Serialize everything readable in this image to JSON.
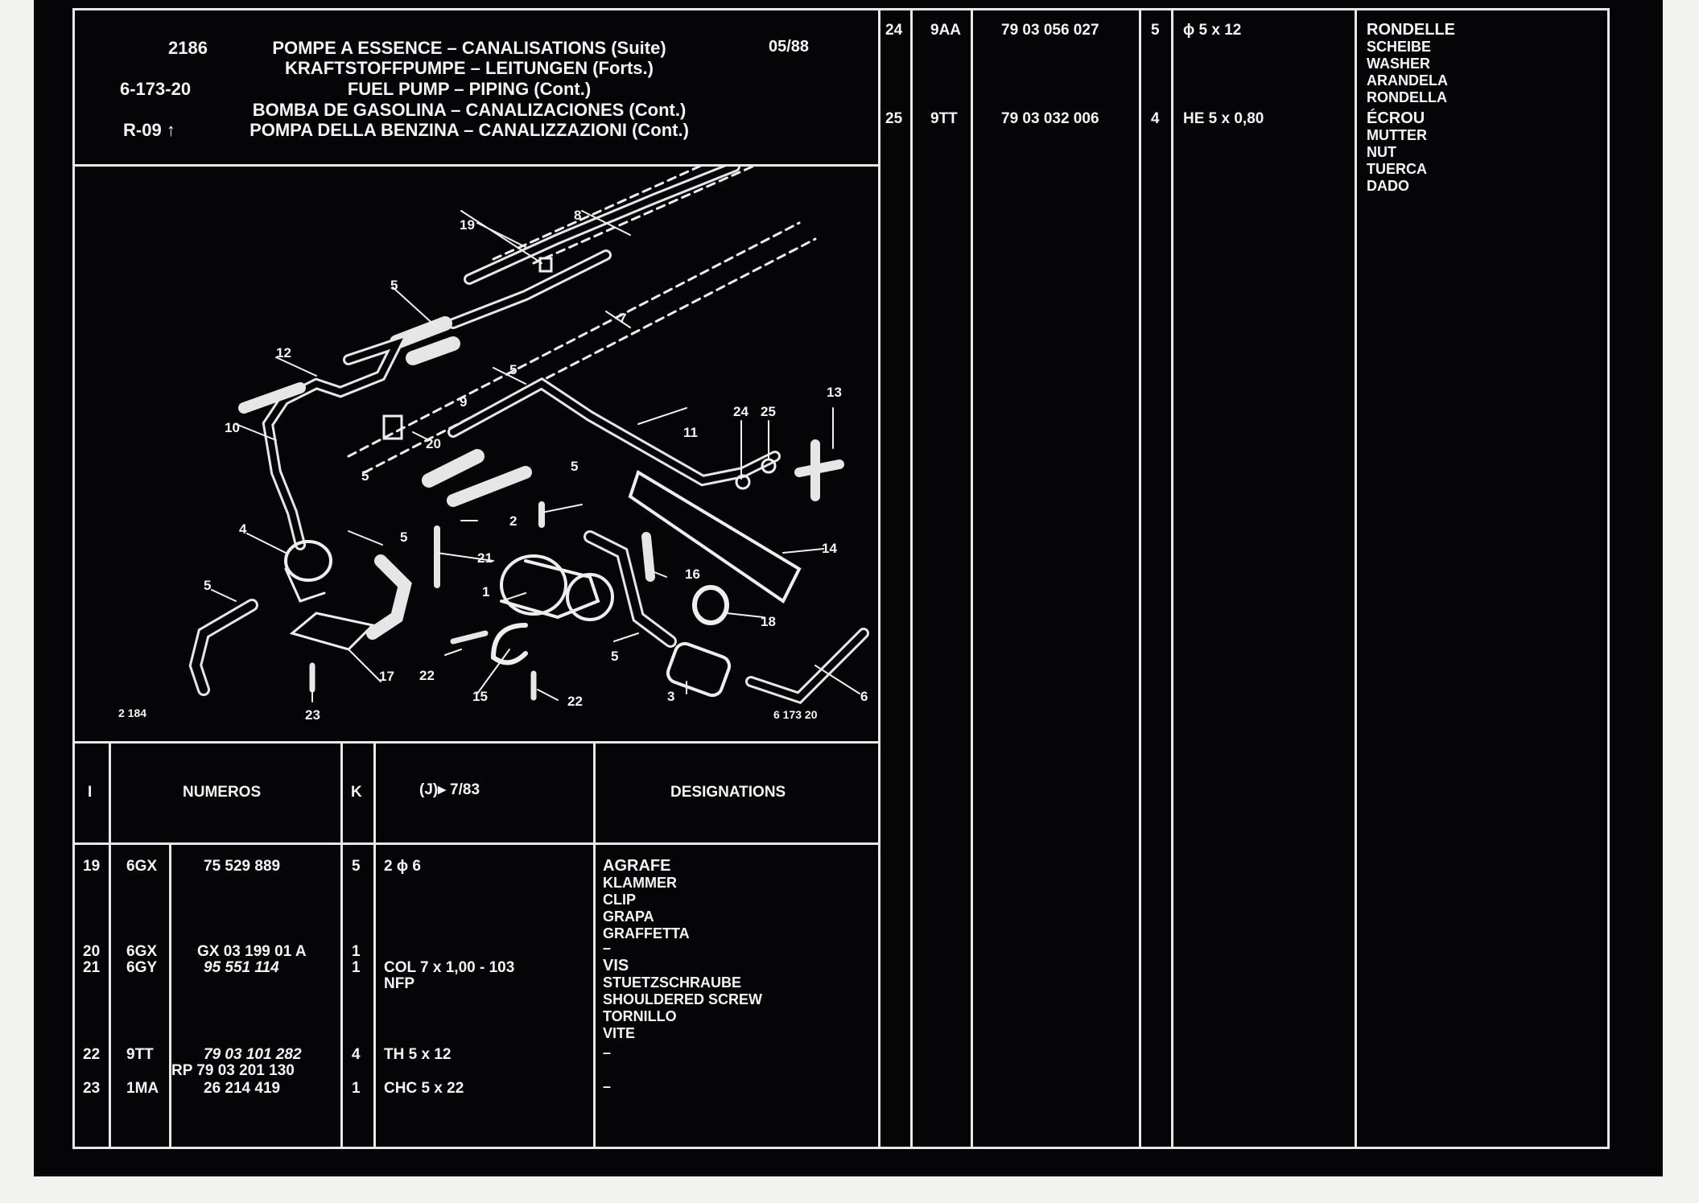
{
  "header": {
    "page_number": "2186",
    "group_code": "6-173-20",
    "revision": "R-09",
    "date": "05/88",
    "titles": [
      "POMPE A ESSENCE – CANALISATIONS (Suite)",
      "KRAFTSTOFFPUMPE – LEITUNGEN (Forts.)",
      "FUEL PUMP – PIPING (Cont.)",
      "BOMBA DE GASOLINA – CANALIZACIONES (Cont.)",
      "POMPA DELLA BENZINA – CANALIZZAZIONI (Cont.)"
    ]
  },
  "diagram": {
    "ref_left": "2 184",
    "ref_right": "6 173 20",
    "callouts": [
      "19",
      "8",
      "5",
      "7",
      "5",
      "12",
      "9",
      "10",
      "20",
      "5",
      "11",
      "24",
      "25",
      "13",
      "4",
      "5",
      "2",
      "5",
      "21",
      "1",
      "16",
      "14",
      "5",
      "22",
      "15",
      "22",
      "18",
      "6",
      "3",
      "17",
      "23",
      "5"
    ]
  },
  "table_header": {
    "col_i": "I",
    "col_numeros": "NUMEROS",
    "col_k": "K",
    "col_spec": "(J)▸  7/83",
    "col_designations": "DESIGNATIONS"
  },
  "rows_left": [
    {
      "i": "19",
      "code": "6GX",
      "number": "75  529  889",
      "k": "5",
      "spec": "2 ϕ 6",
      "desc": [
        "AGRAFE",
        "KLAMMER",
        "CLIP",
        "GRAPA",
        "GRAFFETTA"
      ]
    },
    {
      "i": "20",
      "code": "6GX",
      "number": "GX  03  199  01  A",
      "k": "1",
      "spec": "",
      "desc": [
        "–"
      ]
    },
    {
      "i": "21",
      "code": "6GY",
      "number": "95  551  114",
      "k": "1",
      "spec": "COL 7 x 1,00 - 103",
      "spec2": "NFP",
      "desc": [
        "VIS",
        "STUETZSCHRAUBE",
        "SHOULDERED SCREW",
        "TORNILLO",
        "VITE"
      ]
    },
    {
      "i": "22",
      "code": "9TT",
      "number": "79  03  101  282",
      "number2": "RP  79  03  201  130",
      "k": "4",
      "spec": "TH 5 x 12",
      "desc": [
        "–"
      ]
    },
    {
      "i": "23",
      "code": "1MA",
      "number": "26  214  419",
      "k": "1",
      "spec": "CHC 5 x 22",
      "desc": [
        "–"
      ]
    }
  ],
  "rows_right": [
    {
      "i": "24",
      "code": "9AA",
      "number": "79  03  056  027",
      "k": "5",
      "spec": "ϕ 5 x 12",
      "desc": [
        "RONDELLE",
        "SCHEIBE",
        "WASHER",
        "ARANDELA",
        "RONDELLA"
      ]
    },
    {
      "i": "25",
      "code": "9TT",
      "number": "79  03  032  006",
      "k": "4",
      "spec": "HE 5 x 0,80",
      "desc": [
        "ÉCROU",
        "MUTTER",
        "NUT",
        "TUERCA",
        "DADO"
      ]
    }
  ]
}
